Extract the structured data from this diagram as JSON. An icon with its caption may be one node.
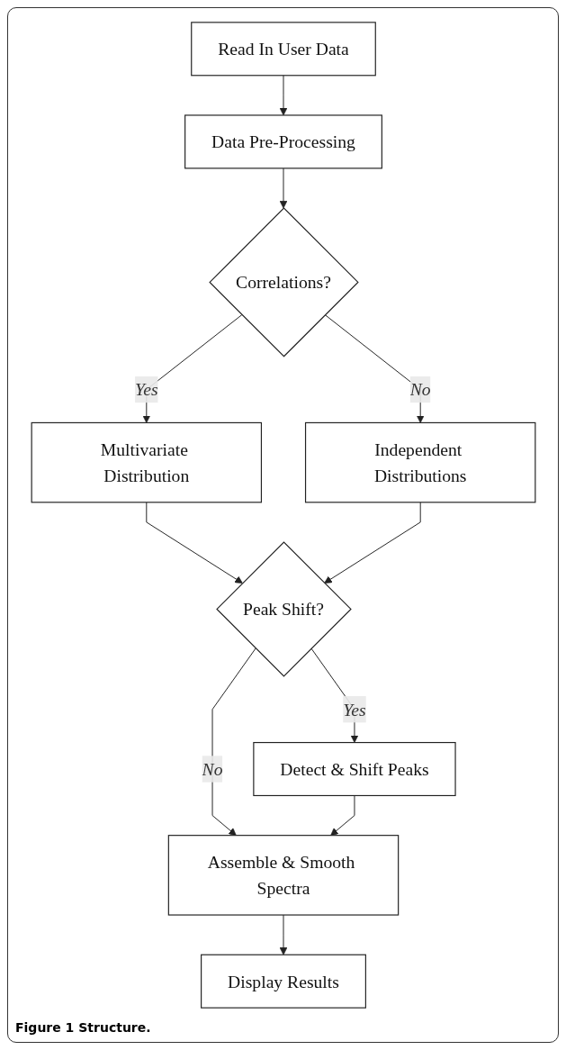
{
  "diagram": {
    "caption": "Figure 1 Structure.",
    "nodes": [
      {
        "text": [
          "Read In User Data"
        ]
      },
      {
        "text": [
          "Data Pre-Processing"
        ]
      },
      {
        "text": [
          "Correlations?"
        ]
      },
      {
        "text": [
          "Multivariate Distribution"
        ]
      },
      {
        "text": [
          "Independent Distributions"
        ]
      },
      {
        "text": [
          "Peak Shift?"
        ]
      },
      {
        "text": [
          "Detect & Shift Peaks"
        ]
      },
      {
        "text": [
          "Assemble & Smooth Spectra"
        ]
      },
      {
        "text": [
          "Display Results"
        ]
      }
    ],
    "edges": [
      {
        "from": 0,
        "to": 1,
        "arrow": "to"
      },
      {
        "from": 1,
        "to": 2,
        "arrow": "to"
      },
      {
        "from": 2,
        "to": 3,
        "arrow": "to",
        "label": "Yes"
      },
      {
        "from": 2,
        "to": 4,
        "arrow": "to",
        "label": "No"
      },
      {
        "from": 3,
        "to": 5,
        "arrow": "to"
      },
      {
        "from": 4,
        "to": 5,
        "arrow": "to"
      },
      {
        "from": 5,
        "to": 6,
        "arrow": "to",
        "label": "Yes"
      },
      {
        "from": 5,
        "to": 7,
        "arrow": "to",
        "label": "No"
      },
      {
        "from": 6,
        "to": 7,
        "arrow": "to"
      },
      {
        "from": 7,
        "to": 8,
        "arrow": "to"
      }
    ]
  }
}
